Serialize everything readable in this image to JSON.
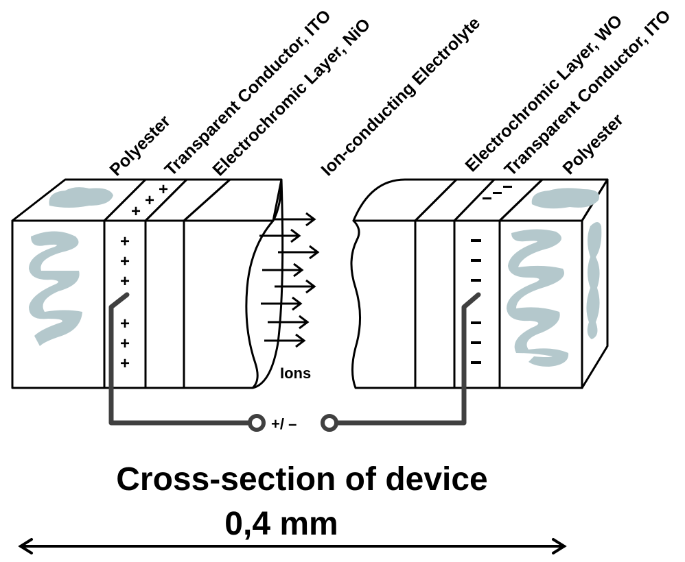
{
  "labels": {
    "left_polyester": "Polyester",
    "left_ito": "Transparent Conductor, ITO",
    "left_nio": "Electrochromic Layer, NiO",
    "electrolyte": "Ion-conducting Electrolyte",
    "right_wo": "Electrochromic Layer, WO",
    "right_ito": "Transparent Conductor, ITO",
    "right_polyester": "Polyester",
    "ions": "Ions",
    "source": "+/ –"
  },
  "signs": {
    "plus": "+",
    "minus": "–"
  },
  "caption": {
    "line1": "Cross-section of device",
    "line2": "0,4 mm"
  },
  "colors": {
    "nio": "#ffc800",
    "wo": "#6a3a96",
    "polyester_pattern": "#b4c8cc",
    "wire": "#404040"
  }
}
